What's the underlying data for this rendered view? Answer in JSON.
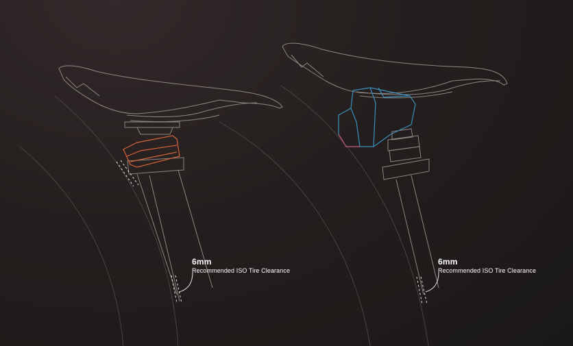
{
  "callouts": [
    {
      "value": "6mm",
      "label": "Recommended ISO Tire Clearance"
    },
    {
      "value": "6mm",
      "label": "Recommended ISO Tire Clearance"
    }
  ],
  "colors": {
    "line": "#8e8884",
    "wheel": "#4a4443",
    "orange_accent": "#d8643a",
    "blue_accent": "#3c91be",
    "pink_accent": "#c2506e",
    "dash": "#e8e8e8",
    "text": "#ffffff"
  }
}
